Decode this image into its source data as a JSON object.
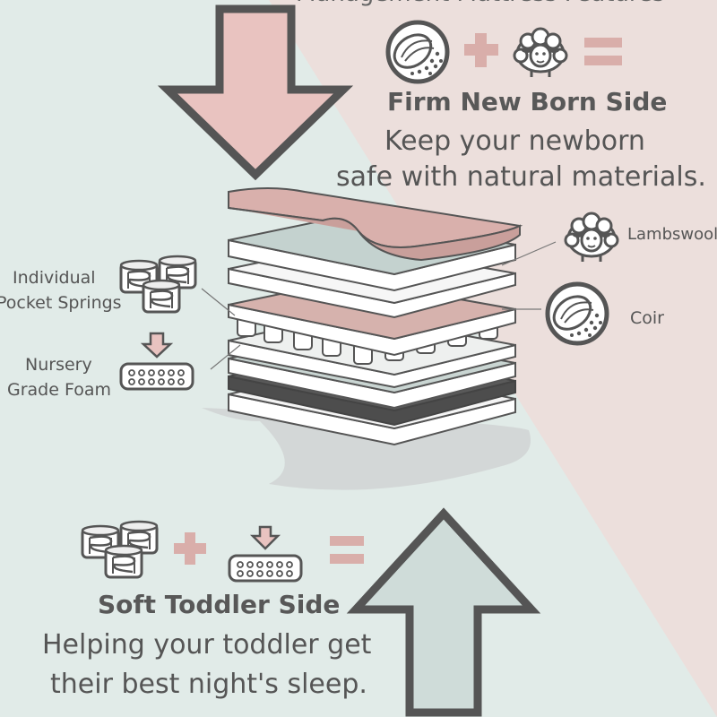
{
  "colors": {
    "background_pink": "#ecdfdc",
    "background_mint": "#e1ebe8",
    "arrow_pink": "#e9c3c0",
    "arrow_mint": "#cfdcd9",
    "outline_gray": "#555555",
    "text_gray": "#555555",
    "plus_equals_pink": "#d9aeaa"
  },
  "header": {
    "cut_title": "Management Mattress Features"
  },
  "newborn": {
    "heading": "Firm New Born Side",
    "line1": "Keep your newborn",
    "line2": "safe with natural materials.",
    "equation_icons": [
      "coir-icon",
      "plus-icon",
      "sheep-icon",
      "equals-icon"
    ]
  },
  "toddler": {
    "heading": "Soft Toddler Side",
    "line1": "Helping your toddler get",
    "line2": "their best night's sleep.",
    "equation_icons": [
      "springs-icon",
      "plus-icon",
      "foam-icon",
      "equals-icon"
    ]
  },
  "labels": {
    "lambswool": "Lambswool",
    "coir": "Coir",
    "springs_line1": "Individual",
    "springs_line2": "Pocket Springs",
    "foam_line1": "Nursery",
    "foam_line2": "Grade Foam"
  }
}
